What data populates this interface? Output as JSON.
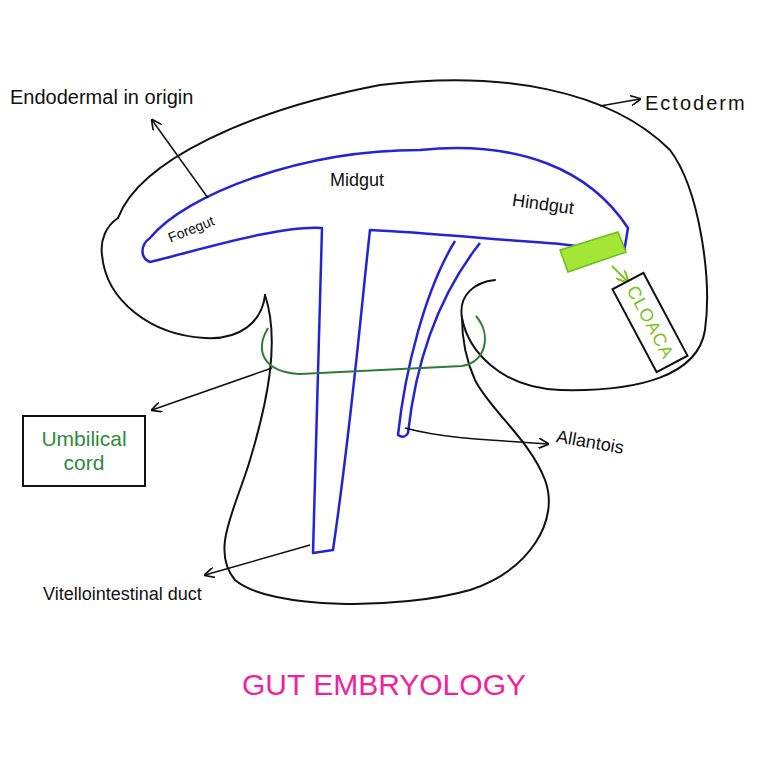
{
  "diagram": {
    "title": "GUT EMBRYOLOGY",
    "nodes": [
      {
        "text": [
          "CLOACA"
        ]
      },
      {
        "text": [
          "Umbilical cord"
        ]
      }
    ],
    "labels": [
      "Endodermal in origin",
      "Ectoderm",
      "Foregut",
      "Midgut",
      "Hindgut",
      "Allantois",
      "Vitellointestinal duct"
    ]
  }
}
